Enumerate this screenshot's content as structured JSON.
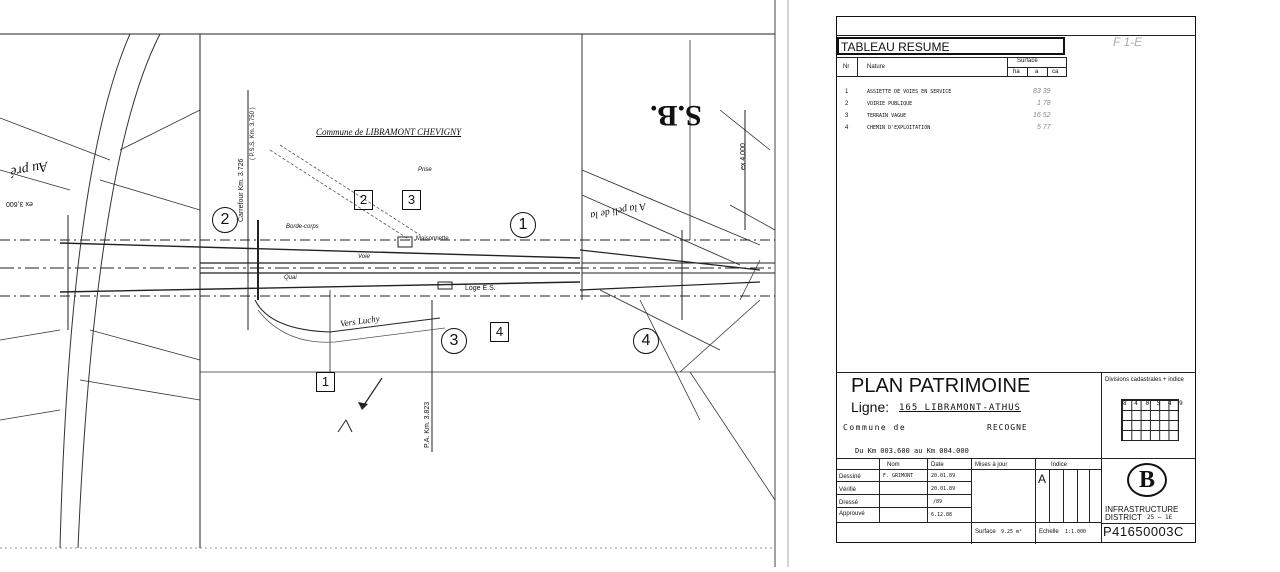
{
  "plan": {
    "commune_label": "Commune de LIBRAMONT CHEVIGNY",
    "stamp_text": "S.B.",
    "margin_mark_left": "Au pré",
    "km_left": "ex 3,600",
    "km_right": "ex 4,000",
    "ps_km": "( P.S.S. Km. 3.750 )",
    "pa_km_top": "Carrefour Km. 3.726",
    "pa_km_bottom": "P.A. Km. 3.823",
    "label_bordecorps": "Borde-corps",
    "label_maisonnette": "Maisonnette",
    "label_loge": "Loge E.S.",
    "label_quai": "Quai",
    "label_vers": "Vers Luchy",
    "label_prise": "Prise",
    "label_voies": "Voie",
    "alapell": "A la peli de la",
    "north_mark": "N",
    "circle_1": "1",
    "circle_2": "2",
    "circle_3": "3",
    "circle_4": "4",
    "square_1": "1",
    "square_2": "2",
    "square_3": "3",
    "square_4": "4"
  },
  "table": {
    "title": "TABLEAU RESUME",
    "col_nr": "Nr",
    "col_nature": "Nature",
    "col_surface": "Surface",
    "col_ha": "ha",
    "col_a": "a",
    "col_ca": "ca",
    "rows": [
      {
        "nr": "1",
        "nature": "ASSIETTE DE VOIES EN SERVICE",
        "surface": "83 39"
      },
      {
        "nr": "2",
        "nature": "VOIRIE PUBLIQUE",
        "surface": "1 78"
      },
      {
        "nr": "3",
        "nature": "TERRAIN VAGUE",
        "surface": "16 52"
      },
      {
        "nr": "4",
        "nature": "CHEMIN D'EXPLOITATION",
        "surface": "5 77"
      }
    ],
    "corner_note": "F 1-E"
  },
  "titleblock": {
    "plan_title": "PLAN PATRIMOINE",
    "ligne_label": "Ligne:",
    "ligne_value": "165 LIBRAMONT-ATHUS",
    "commune_label": "Commune de",
    "commune_value": "RECOGNE",
    "km_range": "Du Km 003.600 au Km 004.000",
    "div_title": "Divisions cadastrales + indice",
    "div_code": "8 4 0 5 4 9",
    "col_nom": "Nom",
    "col_date": "Date",
    "col_mises": "Mises à jour",
    "col_indice": "Indice",
    "indice_value": "A",
    "row_dessine": "Dessiné",
    "row_verifie": "Vérifié",
    "row_dresse": "Dressé",
    "row_approuve": "Approuvé",
    "dessine_nom": "F. GRIMONT",
    "dessine_date": "20.01.89",
    "verifie_date": "20.01.89",
    "dresse_date": "/89",
    "approuve_date": "6.12.88",
    "surface_label": "Surface",
    "surface_value": "9.25 m²",
    "echelle_label": "Echelle",
    "echelle_value": "1:1.000",
    "logo_letter": "B",
    "infra_line1": "INFRASTRUCTURE",
    "infra_line2": "DISTRICT",
    "district_value": "25 — 1E",
    "plan_number": "P41650003C"
  }
}
